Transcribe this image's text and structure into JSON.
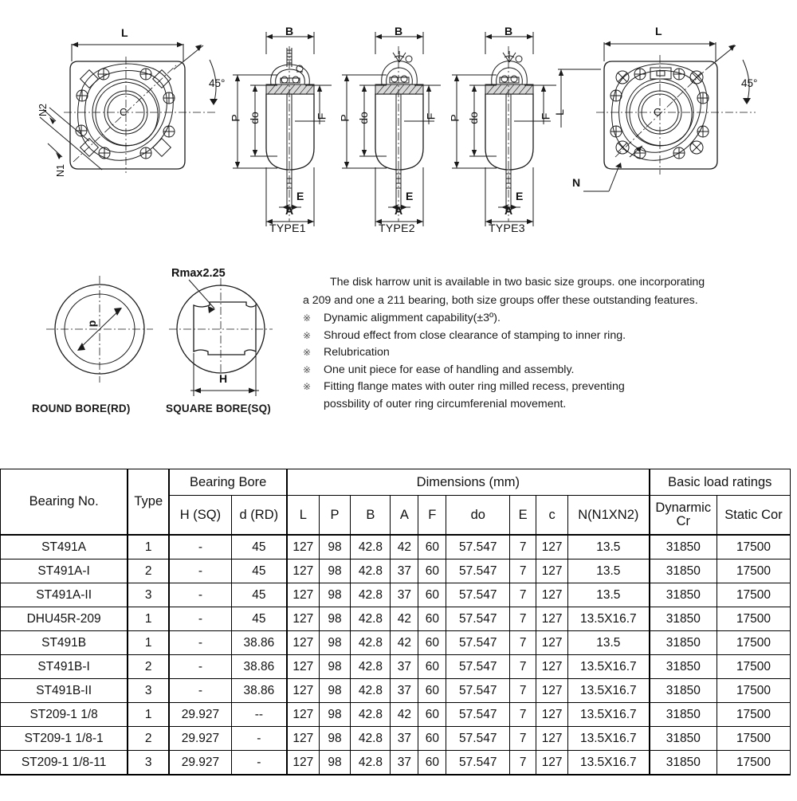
{
  "document": {
    "title": "Disk Harrow Unit Bearing Specification Sheet"
  },
  "drawings": {
    "flange_left": {
      "name": "flange-face-view-left",
      "labels": {
        "width": "L",
        "angle": "45°",
        "center": "C",
        "bolt_n2": "N2",
        "bolt_n1": "N1"
      }
    },
    "flange_right": {
      "name": "flange-face-view-right",
      "labels": {
        "width": "L",
        "angle": "45°",
        "center": "C",
        "height": "L",
        "note": "N"
      }
    },
    "sections": [
      {
        "caption": "TYPE1",
        "labels": {
          "b": "B",
          "p": "P",
          "do": "do",
          "f": "F",
          "e": "E",
          "a": "A"
        }
      },
      {
        "caption": "TYPE2",
        "labels": {
          "b": "B",
          "p": "P",
          "do": "do",
          "f": "F",
          "e": "E",
          "a": "A"
        }
      },
      {
        "caption": "TYPE3",
        "labels": {
          "b": "B",
          "p": "P",
          "do": "do",
          "f": "F",
          "e": "E",
          "a": "A"
        }
      }
    ],
    "bores": [
      {
        "caption": "ROUND BORE(RD)",
        "dim_label": "d"
      },
      {
        "caption": "SQUARE BORE(SQ)",
        "dim_label": "H",
        "radius_note": "Rmax2.25"
      }
    ]
  },
  "description": {
    "para1": "The disk harrow unit is available in two basic size groups. one incorporating",
    "para2": "a 209 and one a 211 bearing, both size groups offer these outstanding features.",
    "bullet_mark": "※",
    "features": [
      "Dynamic aligmment capability(±3º).",
      "Shroud effect from close clearance of stamping to inner ring.",
      "Relubrication",
      "One unit piece for ease of handling and assembly.",
      "Fitting flange mates with outer ring milled recess, preventing"
    ],
    "feature_cont": "possbility of outer ring circumferenial movement."
  },
  "table": {
    "group_headers": {
      "bearing_no": "Bearing No.",
      "type": "Type",
      "bearing_bore": "Bearing Bore",
      "dimensions": "Dimensions (mm)",
      "basic_load_ratings": "Basic load ratings"
    },
    "sub_headers": {
      "h_sq": "H (SQ)",
      "d_rd": "d (RD)",
      "L": "L",
      "P": "P",
      "B": "B",
      "A": "A",
      "F": "F",
      "do": "do",
      "E": "E",
      "c": "c",
      "N": "N(N1XN2)",
      "dynamic": "Dynarmic",
      "dynamic2": "Cr",
      "static": "Static Cor"
    },
    "rows": [
      {
        "bearing_no": "ST491A",
        "type": "1",
        "h_sq": "-",
        "d_rd": "45",
        "L": "127",
        "P": "98",
        "B": "42.8",
        "A": "42",
        "F": "60",
        "do": "57.547",
        "E": "7",
        "c": "127",
        "N": "13.5",
        "dynamic": "31850",
        "static": "17500"
      },
      {
        "bearing_no": "ST491A-I",
        "type": "2",
        "h_sq": "-",
        "d_rd": "45",
        "L": "127",
        "P": "98",
        "B": "42.8",
        "A": "37",
        "F": "60",
        "do": "57.547",
        "E": "7",
        "c": "127",
        "N": "13.5",
        "dynamic": "31850",
        "static": "17500"
      },
      {
        "bearing_no": "ST491A-II",
        "type": "3",
        "h_sq": "-",
        "d_rd": "45",
        "L": "127",
        "P": "98",
        "B": "42.8",
        "A": "37",
        "F": "60",
        "do": "57.547",
        "E": "7",
        "c": "127",
        "N": "13.5",
        "dynamic": "31850",
        "static": "17500"
      },
      {
        "bearing_no": "DHU45R-209",
        "type": "1",
        "h_sq": "-",
        "d_rd": "45",
        "L": "127",
        "P": "98",
        "B": "42.8",
        "A": "42",
        "F": "60",
        "do": "57.547",
        "E": "7",
        "c": "127",
        "N": "13.5X16.7",
        "dynamic": "31850",
        "static": "17500"
      },
      {
        "bearing_no": "ST491B",
        "type": "1",
        "h_sq": "-",
        "d_rd": "38.86",
        "L": "127",
        "P": "98",
        "B": "42.8",
        "A": "42",
        "F": "60",
        "do": "57.547",
        "E": "7",
        "c": "127",
        "N": "13.5",
        "dynamic": "31850",
        "static": "17500"
      },
      {
        "bearing_no": "ST491B-I",
        "type": "2",
        "h_sq": "-",
        "d_rd": "38.86",
        "L": "127",
        "P": "98",
        "B": "42.8",
        "A": "37",
        "F": "60",
        "do": "57.547",
        "E": "7",
        "c": "127",
        "N": "13.5X16.7",
        "dynamic": "31850",
        "static": "17500"
      },
      {
        "bearing_no": "ST491B-II",
        "type": "3",
        "h_sq": "-",
        "d_rd": "38.86",
        "L": "127",
        "P": "98",
        "B": "42.8",
        "A": "37",
        "F": "60",
        "do": "57.547",
        "E": "7",
        "c": "127",
        "N": "13.5X16.7",
        "dynamic": "31850",
        "static": "17500"
      },
      {
        "bearing_no": "ST209-1 1/8",
        "type": "1",
        "h_sq": "29.927",
        "d_rd": "--",
        "L": "127",
        "P": "98",
        "B": "42.8",
        "A": "42",
        "F": "60",
        "do": "57.547",
        "E": "7",
        "c": "127",
        "N": "13.5X16.7",
        "dynamic": "31850",
        "static": "17500"
      },
      {
        "bearing_no": "ST209-1 1/8-1",
        "type": "2",
        "h_sq": "29.927",
        "d_rd": "-",
        "L": "127",
        "P": "98",
        "B": "42.8",
        "A": "37",
        "F": "60",
        "do": "57.547",
        "E": "7",
        "c": "127",
        "N": "13.5X16.7",
        "dynamic": "31850",
        "static": "17500"
      },
      {
        "bearing_no": "ST209-1 1/8-11",
        "type": "3",
        "h_sq": "29.927",
        "d_rd": "-",
        "L": "127",
        "P": "98",
        "B": "42.8",
        "A": "37",
        "F": "60",
        "do": "57.547",
        "E": "7",
        "c": "127",
        "N": "13.5X16.7",
        "dynamic": "31850",
        "static": "17500"
      }
    ]
  },
  "colors": {
    "line": "#1a1a1a",
    "hatch": "#d8d8d8",
    "background": "#ffffff"
  }
}
